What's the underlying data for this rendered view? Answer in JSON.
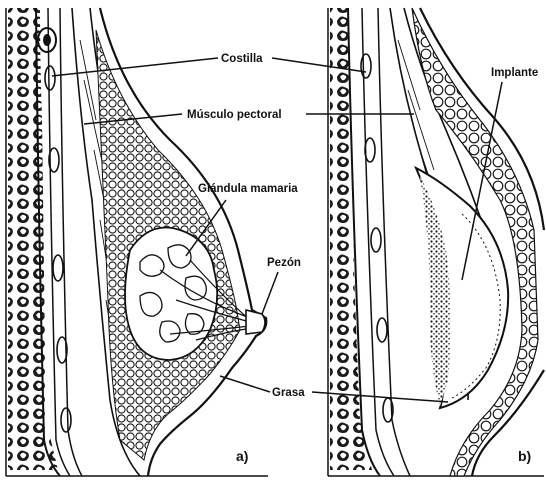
{
  "labels": {
    "costilla": "Costilla",
    "musculo_pectoral": "Músculo pectoral",
    "glandula_mamaria": "Glándula mamaria",
    "pezon": "Pezón",
    "grasa": "Grasa",
    "implante": "Implante"
  },
  "panels": {
    "a": "a)",
    "b": "b)"
  },
  "colors": {
    "ink": "#111111",
    "paper": "#ffffff",
    "shade": "#9a9a9a"
  }
}
